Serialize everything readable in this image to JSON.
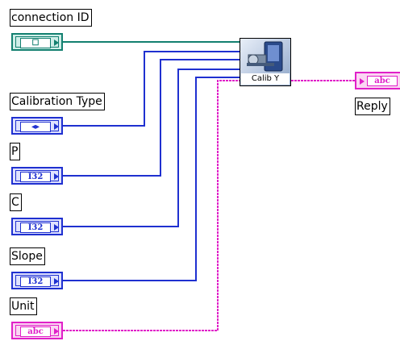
{
  "colors": {
    "refnum": "#138070",
    "refnum_bg": "#cfeee8",
    "numeric": "#1f30d0",
    "numeric_bg": "#dfe2ff",
    "string": "#e020c8",
    "string_bg": "#fbd6f3"
  },
  "controls": [
    {
      "label": "connection ID",
      "type_tag": "☐",
      "type": "refnum"
    },
    {
      "label": "Calibration Type",
      "type_tag": "◂▸",
      "type": "enum"
    },
    {
      "label": "P",
      "type_tag": "I32",
      "type": "numeric"
    },
    {
      "label": "C",
      "type_tag": "I32",
      "type": "numeric"
    },
    {
      "label": "Slope",
      "type_tag": "I32",
      "type": "numeric"
    },
    {
      "label": "Unit",
      "type_tag": "abc",
      "type": "string"
    }
  ],
  "subvi": {
    "label": "Calib Y",
    "icon": "instrument-icon"
  },
  "indicator": {
    "label": "Reply",
    "type_tag": "abc",
    "type": "string"
  }
}
